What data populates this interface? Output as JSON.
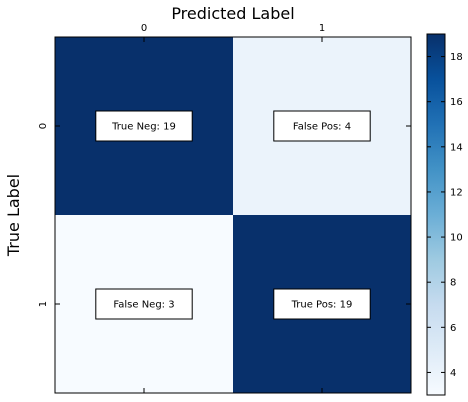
{
  "chart_data": {
    "type": "heatmap",
    "xlabel": "Predicted Label",
    "ylabel": "True Label",
    "x_categories": [
      "0",
      "1"
    ],
    "y_categories": [
      "0",
      "1"
    ],
    "values": [
      [
        19,
        4
      ],
      [
        3,
        19
      ]
    ],
    "cell_labels": [
      [
        "True Neg: 19",
        "False Pos: 4"
      ],
      [
        "False Neg: 3",
        "True Pos: 19"
      ]
    ],
    "colormap": "Blues",
    "colorbar": {
      "range": [
        3,
        19
      ],
      "ticks": [
        4,
        6,
        8,
        10,
        12,
        14,
        16,
        18
      ],
      "tick_labels": [
        "4",
        "6",
        "8",
        "10",
        "12",
        "14",
        "16",
        "18"
      ]
    },
    "xaxis_position": "top",
    "grid": false
  }
}
